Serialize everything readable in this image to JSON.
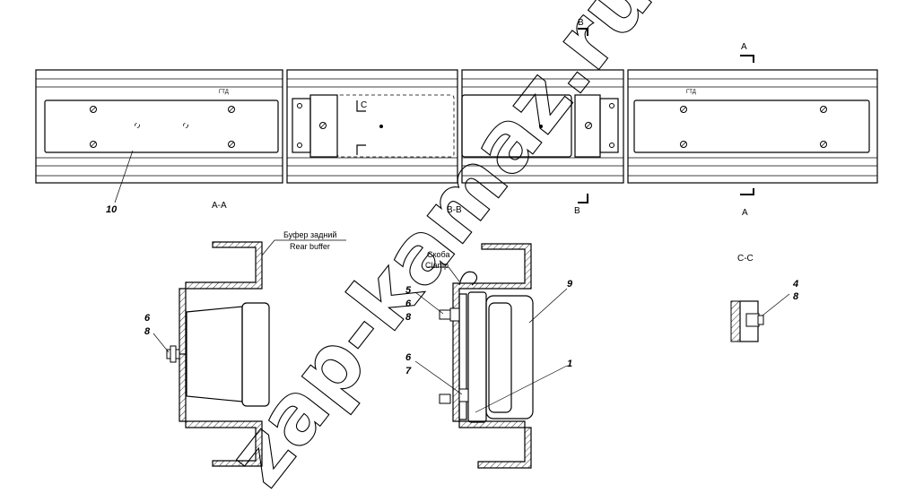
{
  "watermark": "zap-kamaz.ru",
  "section_labels": {
    "aa": "А-А",
    "bb": "В-В",
    "cc": "С-С",
    "a_top": "А",
    "a_bottom": "А",
    "b_top": "В",
    "b_bottom": "В",
    "c_top": "С"
  },
  "notes": {
    "buffer_ru": "Буфер задний",
    "buffer_en": "Rear buffer",
    "clamp_ru": "Скоба",
    "clamp_en": "Clamp"
  },
  "callouts": {
    "p10": "10",
    "aa_6": "6",
    "aa_8": "8",
    "bb_5": "5",
    "bb_6a": "6",
    "bb_8": "8",
    "bb_6b": "6",
    "bb_7": "7",
    "bb_9": "9",
    "bb_1": "1",
    "cc_4": "4",
    "cc_8": "8"
  }
}
